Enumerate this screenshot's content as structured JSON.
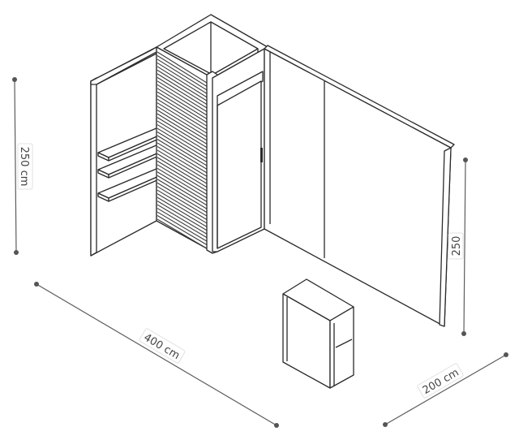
{
  "dimensions": {
    "height_left": "250 cm",
    "height_right": "250",
    "length": "400 cm",
    "depth": "200 cm"
  },
  "colors": {
    "line": "#2a2a2a",
    "dimension_line": "#5c5c5c",
    "background": "#ffffff"
  }
}
